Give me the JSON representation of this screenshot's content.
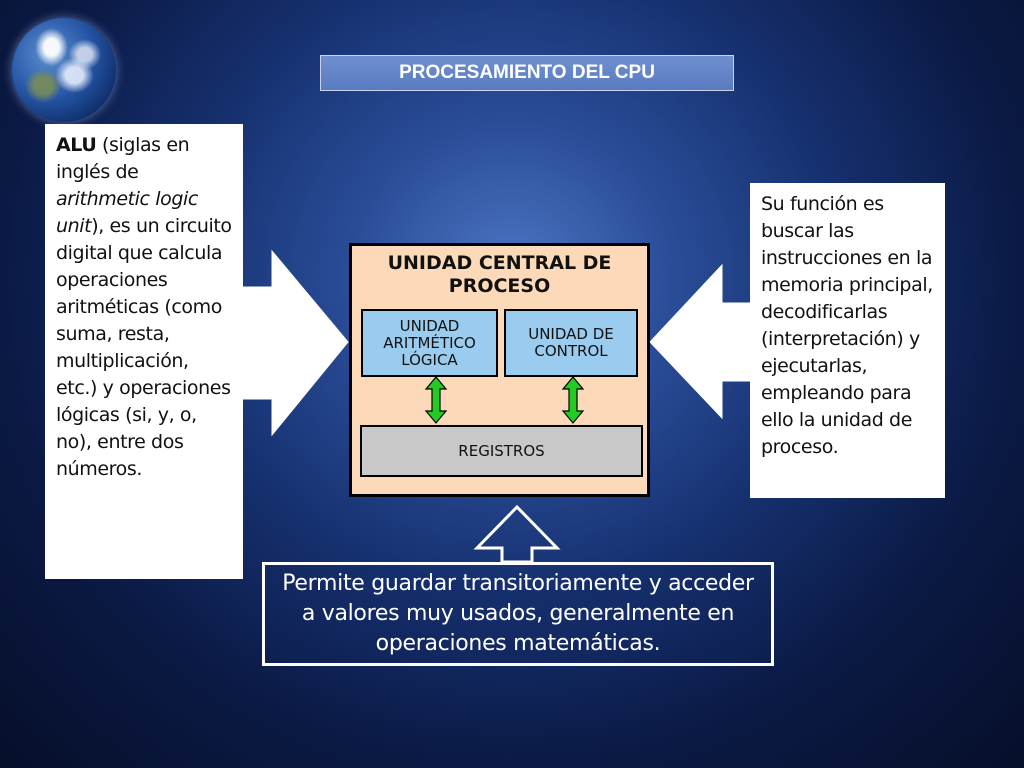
{
  "title": "PROCESAMIENTO DEL CPU",
  "alu_note": {
    "bold_term": "ALU",
    "part1": " (siglas en inglés de ",
    "italic_term": "arithmetic logic unit",
    "part2": "), es un circuito digital que calcula operaciones aritméticas (como suma, resta, multiplicación, etc.) y operaciones lógicas (si, y, o, no), entre dos números."
  },
  "control_note": "Su función es buscar las instrucciones en la memoria principal, decodificarlas (interpretación) y ejecutarlas, empleando para ello la unidad de proceso.",
  "cpu": {
    "title_line1": "UNIDAD CENTRAL DE",
    "title_line2": "PROCESO",
    "alu_line1": "UNIDAD",
    "alu_line2": "ARITMÉTICO",
    "alu_line3": "LÓGICA",
    "cu_line1": "UNIDAD DE",
    "cu_line2": "CONTROL",
    "registers": "REGISTROS"
  },
  "registers_note": "Permite guardar transitoriamente y acceder a valores muy usados, generalmente en operaciones matemáticas.",
  "colors": {
    "cpu_fill": "#fcd9b8",
    "unit_fill": "#99ccee",
    "register_fill": "#c8c8c8",
    "connector_green": "#22cc22"
  }
}
